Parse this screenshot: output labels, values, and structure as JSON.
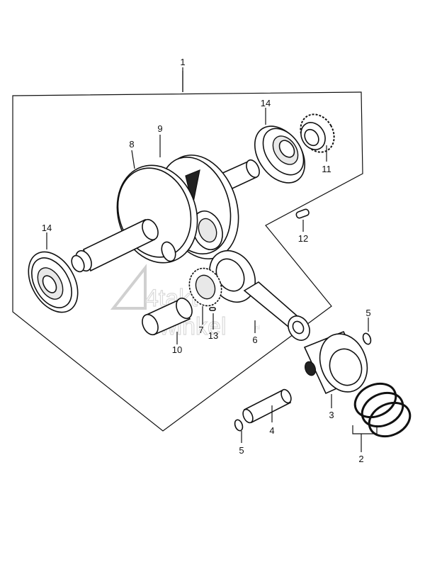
{
  "diagram": {
    "callouts": {
      "c1": "1",
      "c2": "2",
      "c3": "3",
      "c4": "4",
      "c5a": "5",
      "c5b": "5",
      "c6": "6",
      "c7": "7",
      "c8": "8",
      "c9": "9",
      "c10": "10",
      "c11": "11",
      "c12": "12",
      "c13": "13",
      "c14a": "14",
      "c14b": "14"
    },
    "watermark": {
      "brand_top": "4takt",
      "brand_bottom": "winkel",
      "suffix": "nl"
    }
  }
}
